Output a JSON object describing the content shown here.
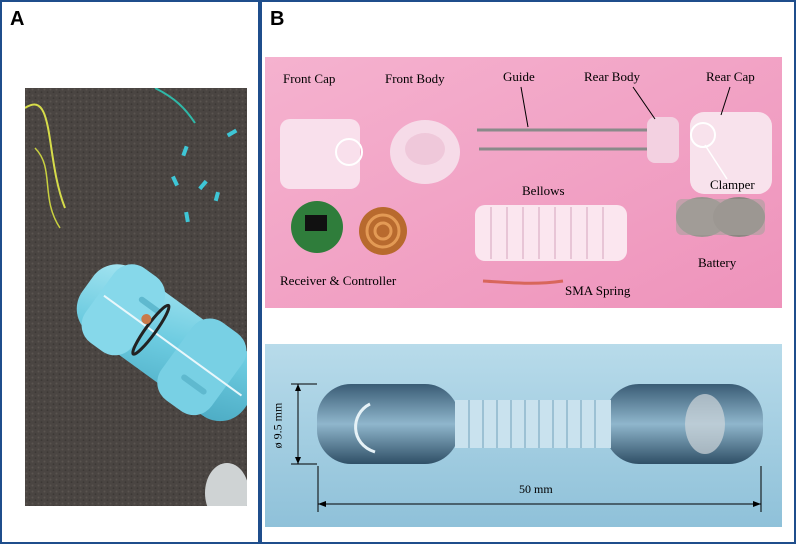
{
  "panels": {
    "a": {
      "letter": "A"
    },
    "b": {
      "letter": "B"
    }
  },
  "parts": {
    "front_cap": "Front Cap",
    "front_body": "Front Body",
    "guide": "Guide",
    "rear_body": "Rear Body",
    "rear_cap": "Rear Cap",
    "clamper": "Clamper",
    "bellows": "Bellows",
    "receiver_controller": "Receiver & Controller",
    "battery": "Battery",
    "sma_spring": "SMA Spring"
  },
  "dimensions": {
    "diameter": "ø 9.5 mm",
    "length": "50 mm"
  },
  "colors": {
    "border": "#1f4e8c",
    "pink_background": "#f3a6c6",
    "robot_cyan": "#7fd3e6",
    "carpet": "#4a4542"
  }
}
